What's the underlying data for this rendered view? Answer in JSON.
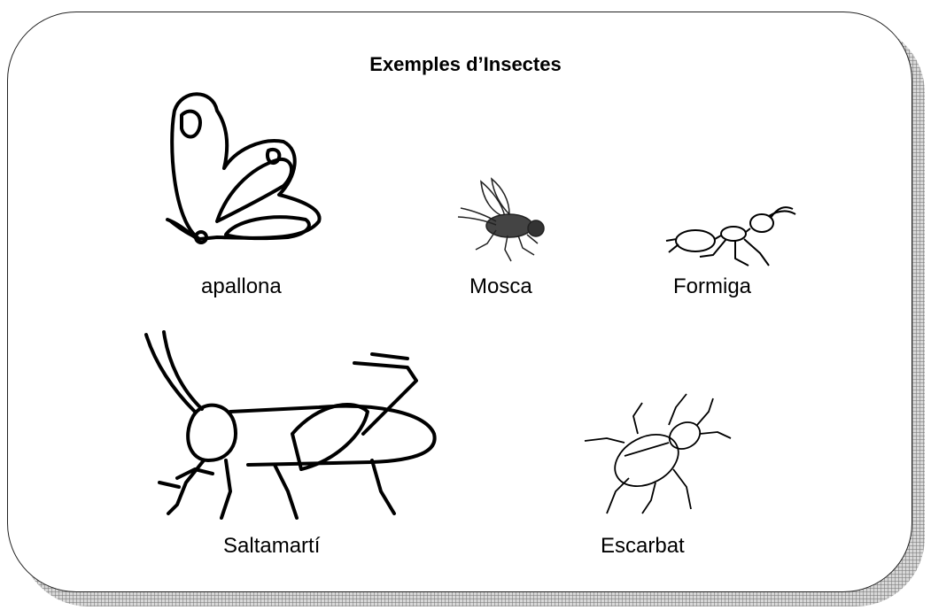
{
  "title": "Exemples d’Insectes",
  "insects": [
    {
      "label": "apallona",
      "icon": "butterfly-icon"
    },
    {
      "label": "Mosca",
      "icon": "fly-icon"
    },
    {
      "label": "Formiga",
      "icon": "ant-icon"
    },
    {
      "label": "Saltamartí",
      "icon": "grasshopper-icon"
    },
    {
      "label": "Escarbat",
      "icon": "beetle-icon"
    }
  ]
}
